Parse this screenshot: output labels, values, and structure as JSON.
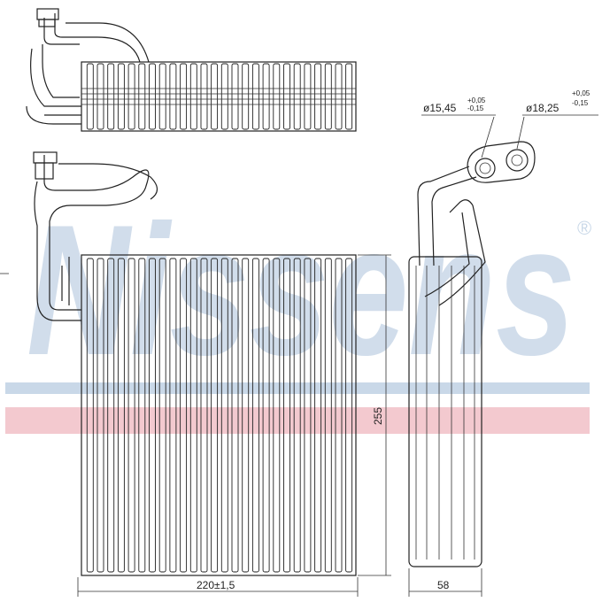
{
  "watermark": {
    "brand": "Nissens",
    "registered_mark": "®",
    "band_color_blue": "#c9d8e8",
    "band_color_red": "#f3c9cf",
    "letter_color": "#c9d8e8"
  },
  "dimensions": {
    "width_label": "220±1,5",
    "height_label": "255",
    "depth_label": "58"
  },
  "connectors": {
    "left_label": "ø15,45",
    "left_tol_upper": "+0,05",
    "left_tol_lower": "-0,15",
    "right_label": "ø18,25",
    "right_tol_upper": "+0,05",
    "right_tol_lower": "-0,15"
  },
  "line_color": "#222222"
}
